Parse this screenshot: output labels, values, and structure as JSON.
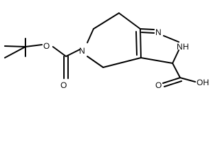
{
  "diagram": {
    "type": "chemical-structure",
    "atoms": {
      "o_ether": "O",
      "n_ring": "N",
      "o_carbonyl_boc": "O",
      "n_pyrazole_1": "N",
      "n_pyrazole_2": "N",
      "h_pyrazole_2": "H",
      "o_carbonyl_acid": "O",
      "oh_acid": "OH"
    }
  }
}
